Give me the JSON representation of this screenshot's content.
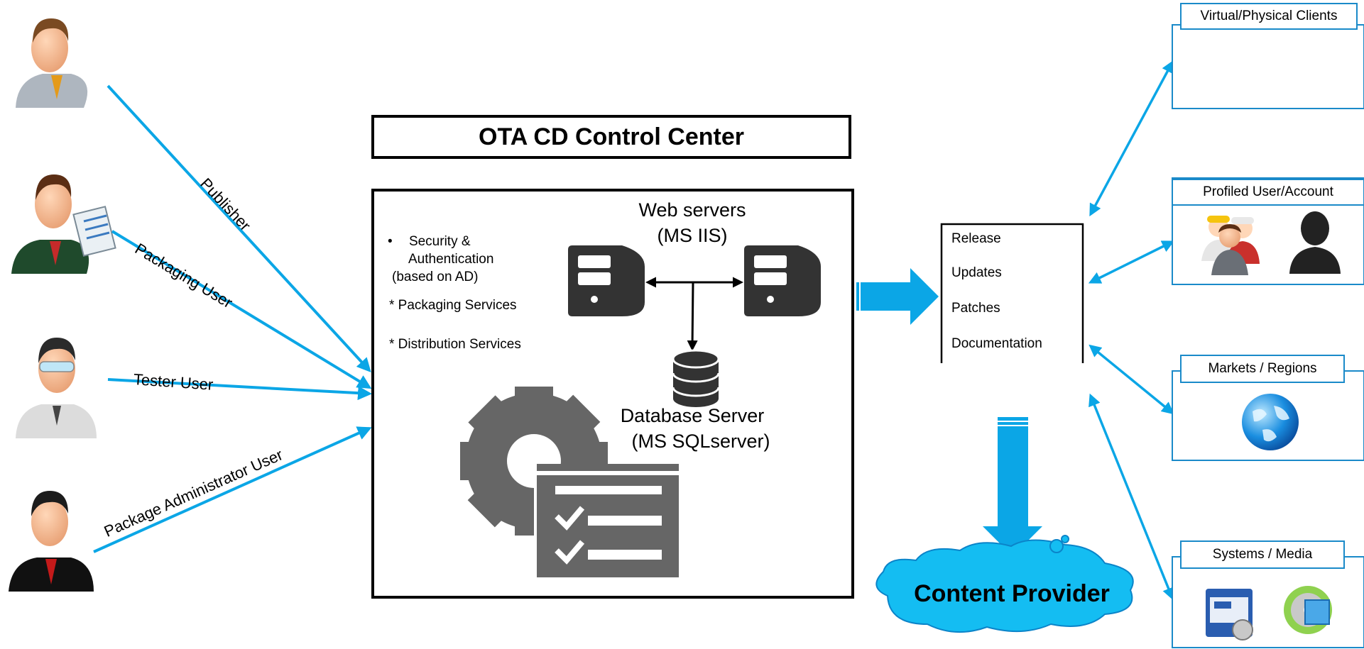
{
  "control_center": {
    "title": "OTA CD Control Center",
    "services": [
      "Security &",
      "Authentication",
      "(based on AD)",
      "* Packaging Services",
      "* Distribution Services"
    ],
    "web_servers": [
      "Web servers",
      "(MS IIS)"
    ],
    "database_server": [
      "Database Server",
      "(MS SQLserver)"
    ]
  },
  "users": [
    {
      "label": "Publisher"
    },
    {
      "label": "Packaging User"
    },
    {
      "label": "Tester User"
    },
    {
      "label": "Package Administrator User"
    }
  ],
  "release": {
    "items": [
      "Release",
      "Updates",
      "Patches",
      "Documentation"
    ]
  },
  "content_provider": {
    "label": "Content Provider"
  },
  "targets": [
    {
      "title": "Virtual/Physical Clients"
    },
    {
      "title": "Profiled User/Account"
    },
    {
      "title": "Markets / Regions"
    },
    {
      "title": "Systems / Media"
    }
  ],
  "colors": {
    "accent": "#0ba6e6",
    "icon_gray": "#666666",
    "server_dark": "#333333"
  }
}
